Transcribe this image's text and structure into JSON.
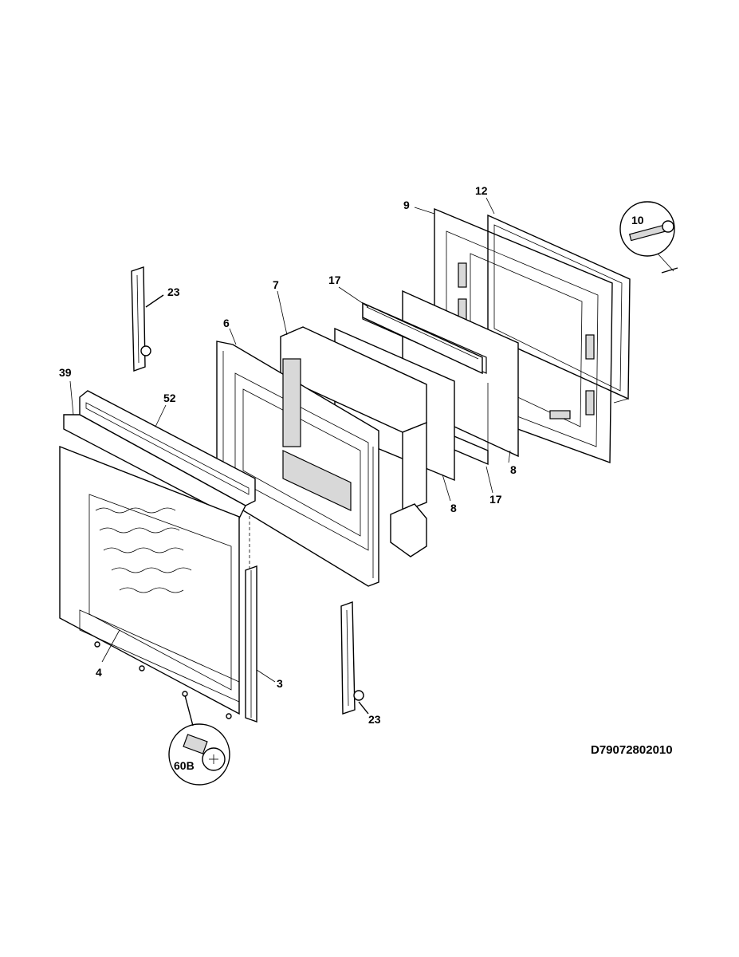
{
  "diagram": {
    "id_code": "D79072802010",
    "callouts": {
      "c3": "3",
      "c4": "4",
      "c6": "6",
      "c7": "7",
      "c8a": "8",
      "c8b": "8",
      "c9": "9",
      "c10": "10",
      "c12": "12",
      "c17a": "17",
      "c17b": "17",
      "c23a": "23",
      "c23b": "23",
      "c39": "39",
      "c52": "52",
      "c60b": "60B"
    }
  }
}
